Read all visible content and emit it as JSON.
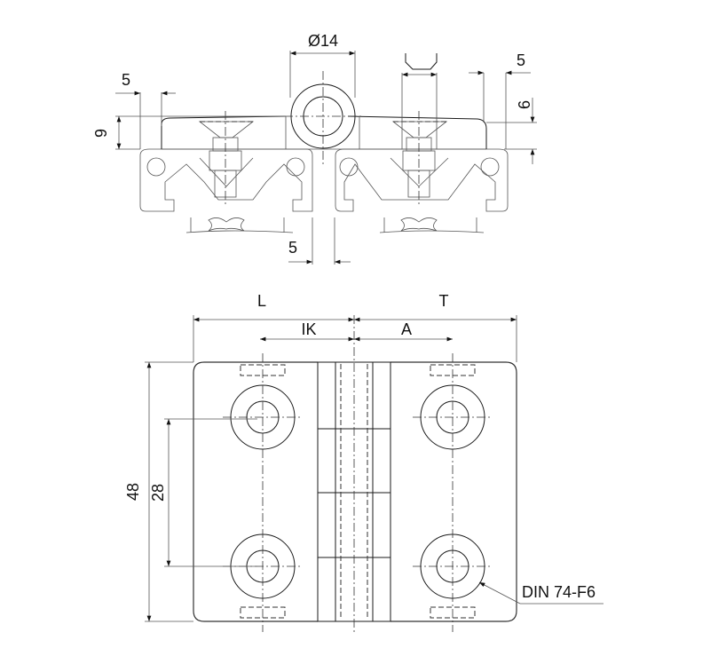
{
  "top_view": {
    "dim_diameter": "Ø14",
    "dim_left_offset": "5",
    "dim_left_height": "9",
    "dim_bottom_gap": "5",
    "dim_right_offset": "5",
    "dim_right_height": "6"
  },
  "front_view": {
    "dim_L": "L",
    "dim_T": "T",
    "dim_IK": "IK",
    "dim_A": "A",
    "dim_height": "48",
    "dim_hole_spacing": "28",
    "screw_label": "DIN 74-F6"
  },
  "colors": {
    "line": "#1a1a1a",
    "background": "#ffffff"
  }
}
